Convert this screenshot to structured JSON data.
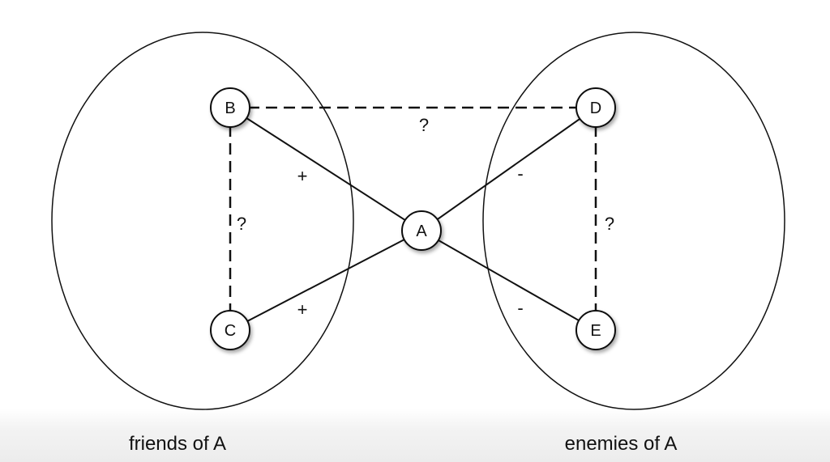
{
  "groups": {
    "friends": {
      "label": "friends of A"
    },
    "enemies": {
      "label": "enemies of A"
    }
  },
  "nodes": {
    "A": "A",
    "B": "B",
    "C": "C",
    "D": "D",
    "E": "E"
  },
  "edges": {
    "a_b": {
      "from": "A",
      "to": "B",
      "style": "solid",
      "sign": "+"
    },
    "a_c": {
      "from": "A",
      "to": "C",
      "style": "solid",
      "sign": "+"
    },
    "a_d": {
      "from": "A",
      "to": "D",
      "style": "solid",
      "sign": "-"
    },
    "a_e": {
      "from": "A",
      "to": "E",
      "style": "solid",
      "sign": "-"
    },
    "b_c": {
      "from": "B",
      "to": "C",
      "style": "dashed",
      "sign": "?"
    },
    "b_d": {
      "from": "B",
      "to": "D",
      "style": "dashed",
      "sign": "?"
    },
    "d_e": {
      "from": "D",
      "to": "E",
      "style": "dashed",
      "sign": "?"
    }
  },
  "colors": {
    "stroke": "#111111",
    "node_fill": "#ffffff",
    "background": "#ffffff"
  }
}
